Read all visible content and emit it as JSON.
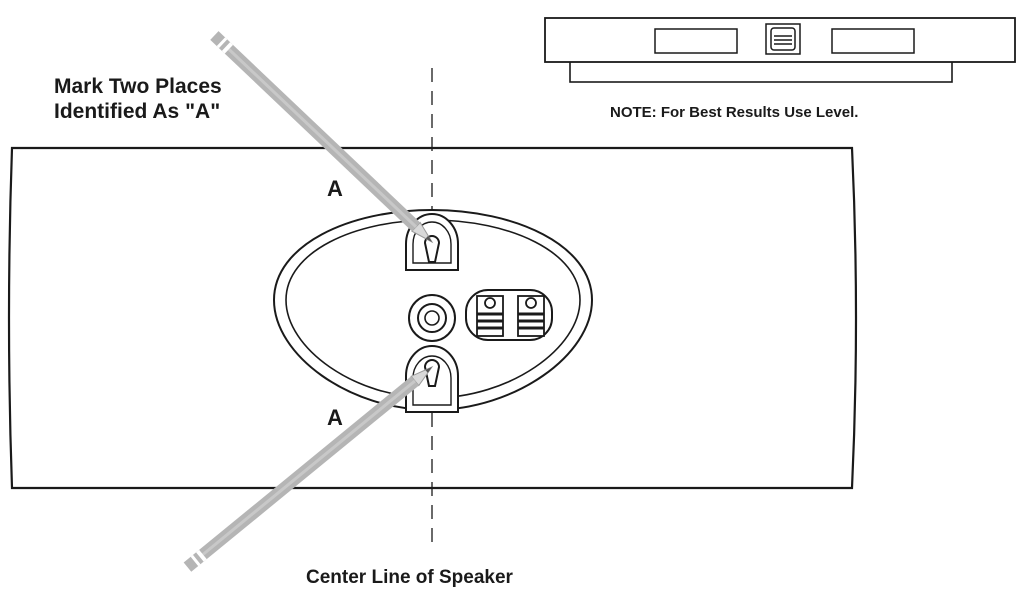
{
  "labels": {
    "instruction_line1": "Mark Two Places",
    "instruction_line2": "Identified As \"A\"",
    "note": "NOTE: For Best Results Use Level.",
    "mark_top": "A",
    "mark_bottom": "A",
    "center_line_caption": "Center Line of Speaker"
  },
  "colors": {
    "ink": "#1a1a1a",
    "pencil": "#b5b5b5",
    "background": "#ffffff"
  },
  "icons": {
    "pencil_top": "pencil-icon",
    "pencil_bottom": "pencil-icon",
    "level_bubble": "bubble-vial-icon",
    "keyhole": "keyhole-icon"
  }
}
